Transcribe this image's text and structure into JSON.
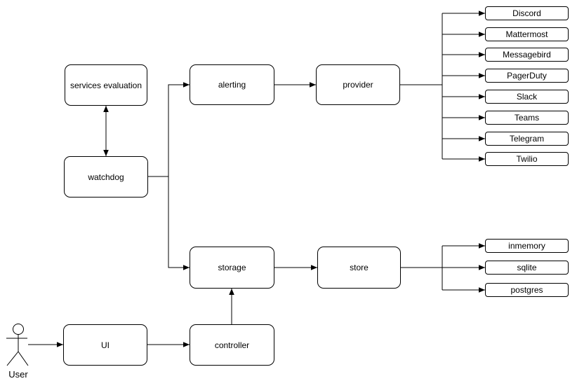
{
  "diagram": {
    "colors": {
      "stroke": "#000000",
      "node_fill": "#ffffff",
      "background": "#ffffff"
    },
    "nodes": {
      "services_evaluation": "services evaluation",
      "watchdog": "watchdog",
      "alerting": "alerting",
      "provider": "provider",
      "storage": "storage",
      "store": "store",
      "ui": "UI",
      "controller": "controller"
    },
    "provider_targets": [
      "Discord",
      "Mattermost",
      "Messagebird",
      "PagerDuty",
      "Slack",
      "Teams",
      "Telegram",
      "Twilio"
    ],
    "store_targets": [
      "inmemory",
      "sqlite",
      "postgres"
    ],
    "actor_label": "User",
    "edges": [
      {
        "from": "watchdog",
        "to": "services evaluation",
        "type": "bidirectional"
      },
      {
        "from": "watchdog",
        "to": "alerting",
        "type": "arrow"
      },
      {
        "from": "watchdog",
        "to": "storage",
        "type": "arrow"
      },
      {
        "from": "alerting",
        "to": "provider",
        "type": "arrow"
      },
      {
        "from": "provider",
        "to": "Discord",
        "type": "arrow"
      },
      {
        "from": "provider",
        "to": "Mattermost",
        "type": "arrow"
      },
      {
        "from": "provider",
        "to": "Messagebird",
        "type": "arrow"
      },
      {
        "from": "provider",
        "to": "PagerDuty",
        "type": "arrow"
      },
      {
        "from": "provider",
        "to": "Slack",
        "type": "arrow"
      },
      {
        "from": "provider",
        "to": "Teams",
        "type": "arrow"
      },
      {
        "from": "provider",
        "to": "Telegram",
        "type": "arrow"
      },
      {
        "from": "provider",
        "to": "Twilio",
        "type": "arrow"
      },
      {
        "from": "storage",
        "to": "store",
        "type": "arrow"
      },
      {
        "from": "store",
        "to": "inmemory",
        "type": "arrow"
      },
      {
        "from": "store",
        "to": "sqlite",
        "type": "arrow"
      },
      {
        "from": "store",
        "to": "postgres",
        "type": "arrow"
      },
      {
        "from": "User",
        "to": "UI",
        "type": "arrow"
      },
      {
        "from": "UI",
        "to": "controller",
        "type": "arrow"
      },
      {
        "from": "controller",
        "to": "storage",
        "type": "arrow"
      }
    ]
  }
}
